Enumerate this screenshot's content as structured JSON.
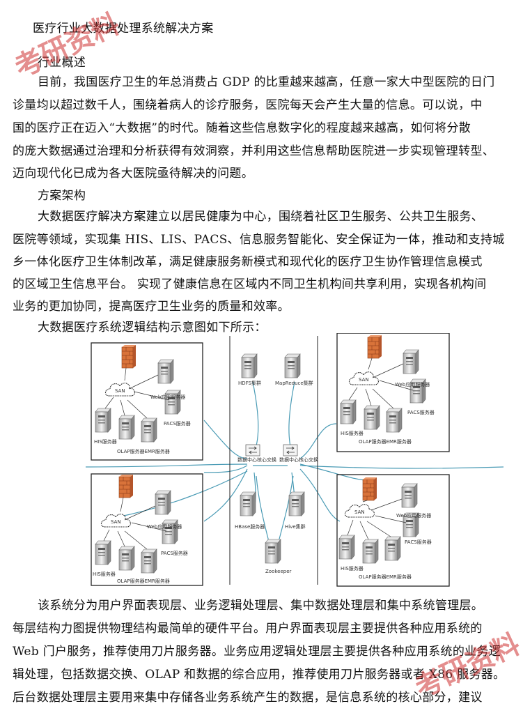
{
  "document": {
    "title": "医疗行业大数据处理系统解决方案",
    "section1_heading": "行业概述",
    "section1_lines": [
      "目前，我国医疗卫生的年总消费占 GDP 的比重越来越高，任意一家大中型医院的日门",
      "诊量均以超过数千人，围绕着病人的诊疗服务，医院每天会产生大量的信息。可以说，中",
      "国的医疗正在迈入“大数据”的时代。随着这些信息数字化的程度越来越高，如何将分散",
      "的庞大数据通过治理和分析获得有效洞察，并利用这些信息帮助医院进一步实现管理转型、",
      "迈向现代化已成为各大医院亟待解决的问题。"
    ],
    "section2_heading": "方案架构",
    "section2_lines": [
      "大数据医疗解决方案建立以居民健康为中心，围绕着社区卫生服务、公共卫生服务、",
      "医院等领域，实现集 HIS、LIS、PACS、信息服务智能化、安全保证为一体，推动和支持城",
      "乡一体化医疗卫生体制改革，满足健康服务新模式和现代化的医疗卫生协作管理信息模式",
      "的区域卫生信息平台。 实现了健康信息在区域内不同卫生机构间共享利用，实现各机构间",
      "业务的更加协同，提高医疗卫生业务的质量和效率。"
    ],
    "diagram_intro": "大数据医疗系统逻辑结构示意图如下所示：",
    "section3_lines": [
      "该系统分为用户界面表现层、业务逻辑处理层、集中数据处理层和集中系统管理层。",
      "每层结构力图提供物理结构最简单的硬件平台。用户界面表现层主要提供各种应用系统的",
      "Web 门户服务，推荐使用刀片服务器。业务应用逻辑处理层主要提供各种应用系统的业务逻",
      "辑处理，包括数据交换、OLAP 和数据的综合应用，推荐使用刀片服务器或者 X86 服务器。",
      "后台数据处理层主要用来集中存储各业务系统产生的数据，是信息系统的核心部分，建议"
    ]
  },
  "diagram": {
    "san": "SAN",
    "web_server": "Web应用服务器",
    "pacs_server": "PACS服务器",
    "his_server": "HIS服务器",
    "olap_emr": "OLAP服务器EMR服务器",
    "hdfs_cluster": "HDFS集群",
    "mapreduce_cluster": "MapReduce集群",
    "switch_left": "数据中心核心交换",
    "switch_right": "数据中心核心交换",
    "hbase_server": "HBase服务器",
    "hive_cluster": "Hive集群",
    "zookeeper": "Zookeeper"
  },
  "watermark": {
    "text": "考研资料"
  }
}
